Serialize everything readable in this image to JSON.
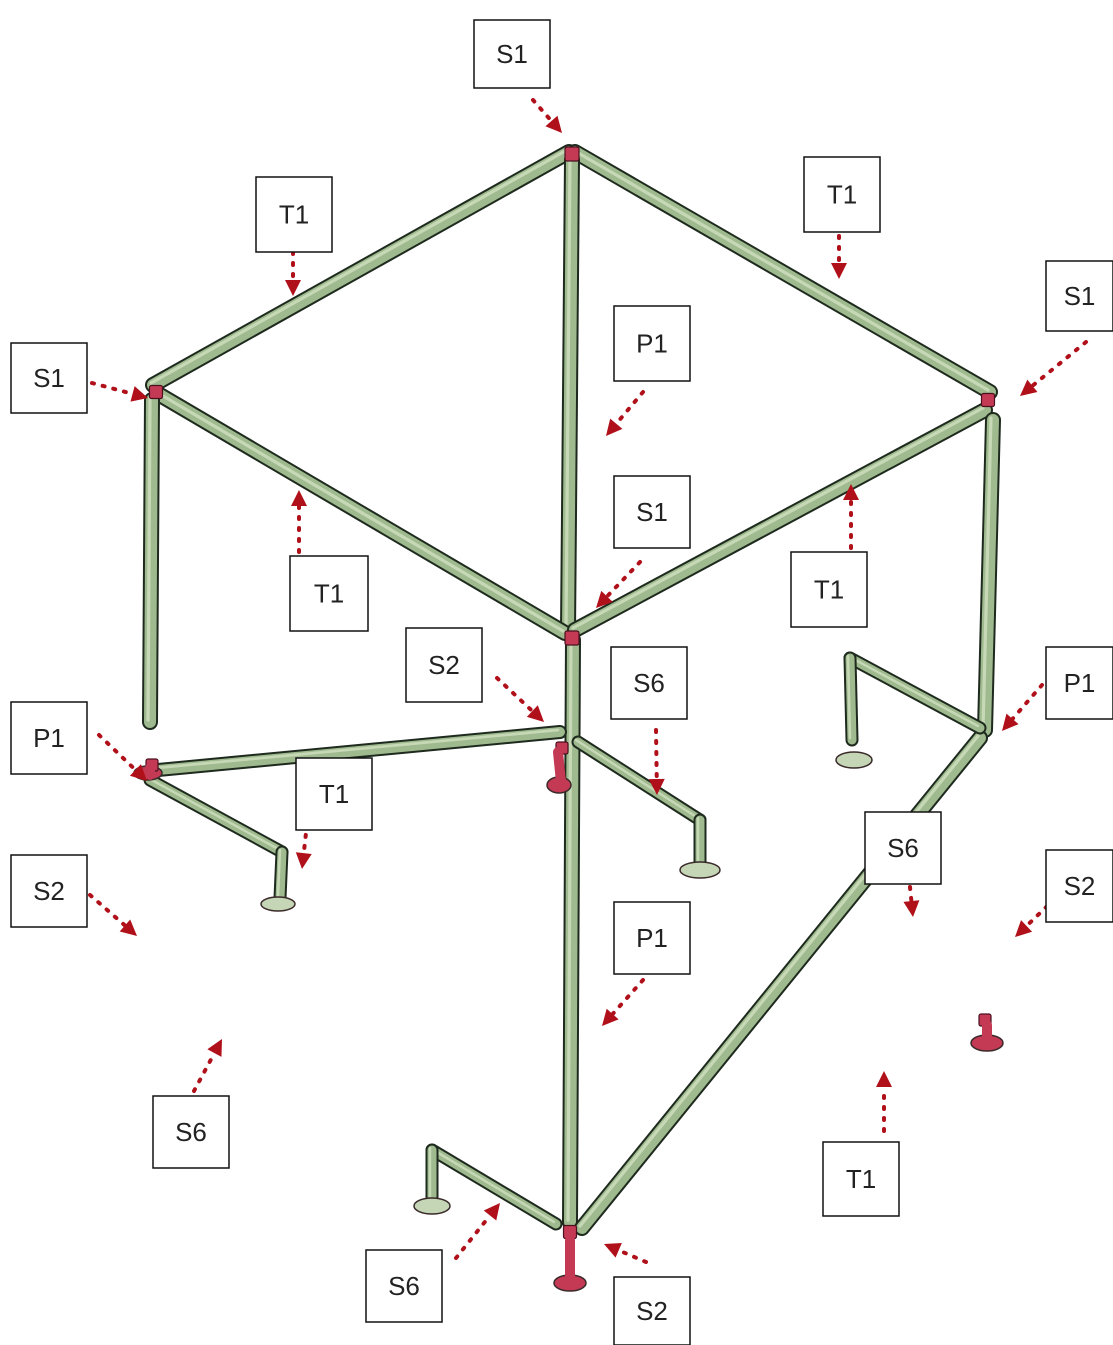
{
  "colors": {
    "pipe": "#9fba8e",
    "pipe_highlight": "#c6d8b6",
    "pipe_outline": "#1e2a1e",
    "connector": "#c43a55",
    "foot_pad": "#c4d6b6",
    "arrow": "#b0101a"
  },
  "labels": {
    "s1_top": "S1",
    "t1_upper_left": "T1",
    "t1_upper_right": "T1",
    "s1_right": "S1",
    "s1_left": "S1",
    "p1_back": "P1",
    "s1_center": "S1",
    "t1_mid_left": "T1",
    "t1_mid_right": "T1",
    "s2_back": "S2",
    "s6_back": "S6",
    "p1_left": "P1",
    "p1_right": "P1",
    "t1_lower_left": "T1",
    "s6_right": "S6",
    "s2_left": "S2",
    "s2_right": "S2",
    "p1_front": "P1",
    "s6_left": "S6",
    "t1_lower_right": "T1",
    "s6_front": "S6",
    "s2_front": "S2"
  }
}
